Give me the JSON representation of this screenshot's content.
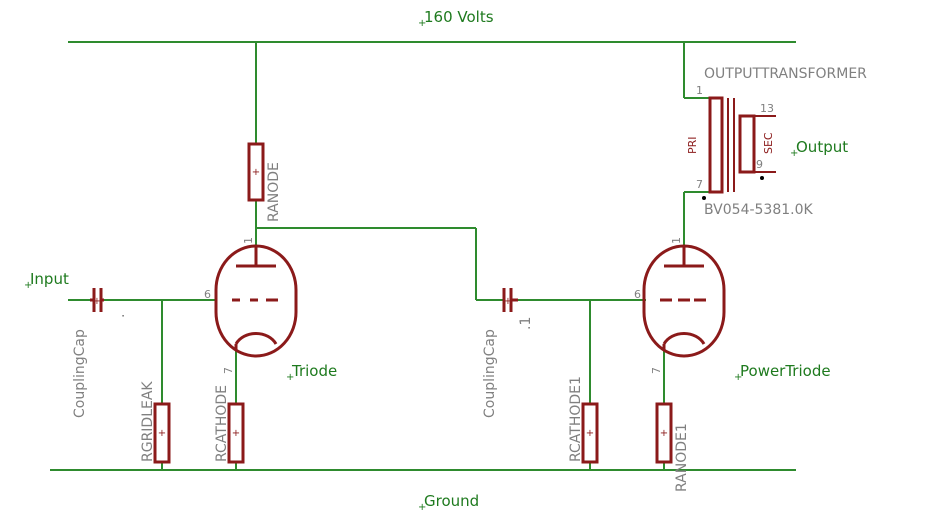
{
  "nets": {
    "supply": "160 Volts",
    "ground": "Ground",
    "input": "Input",
    "output": "Output"
  },
  "parts": {
    "r_anode": "RANODE",
    "r_gridleak": "RGRIDLEAK",
    "r_cathode": "RCATHODE",
    "r_cathode1": "RCATHODE1",
    "r_anode1": "RANODE1",
    "cap_in": "CouplingCap",
    "cap_mid": "CouplingCap",
    "cap_mid_value": ".1",
    "cap_in_value": ".",
    "tube1": "Triode",
    "tube2": "PowerTriode",
    "transformer": "OUTPUTTRANSFORMER",
    "transformer_value": "BV054-5381.0K",
    "pri_label": "PRI",
    "sec_label": "SEC"
  },
  "pins": {
    "t1_anode": "1",
    "t1_grid": "6",
    "t1_cathode": "7",
    "t2_anode": "1",
    "t2_grid": "6",
    "t2_cathode": "7",
    "xf_p1": "1",
    "xf_p7": "7",
    "xf_s13": "13",
    "xf_s9": "9"
  },
  "colors": {
    "wire": "#2e8b2e",
    "part": "#8b1a1a",
    "label_gray": "#808080",
    "net_text": "#1e7a1e"
  }
}
